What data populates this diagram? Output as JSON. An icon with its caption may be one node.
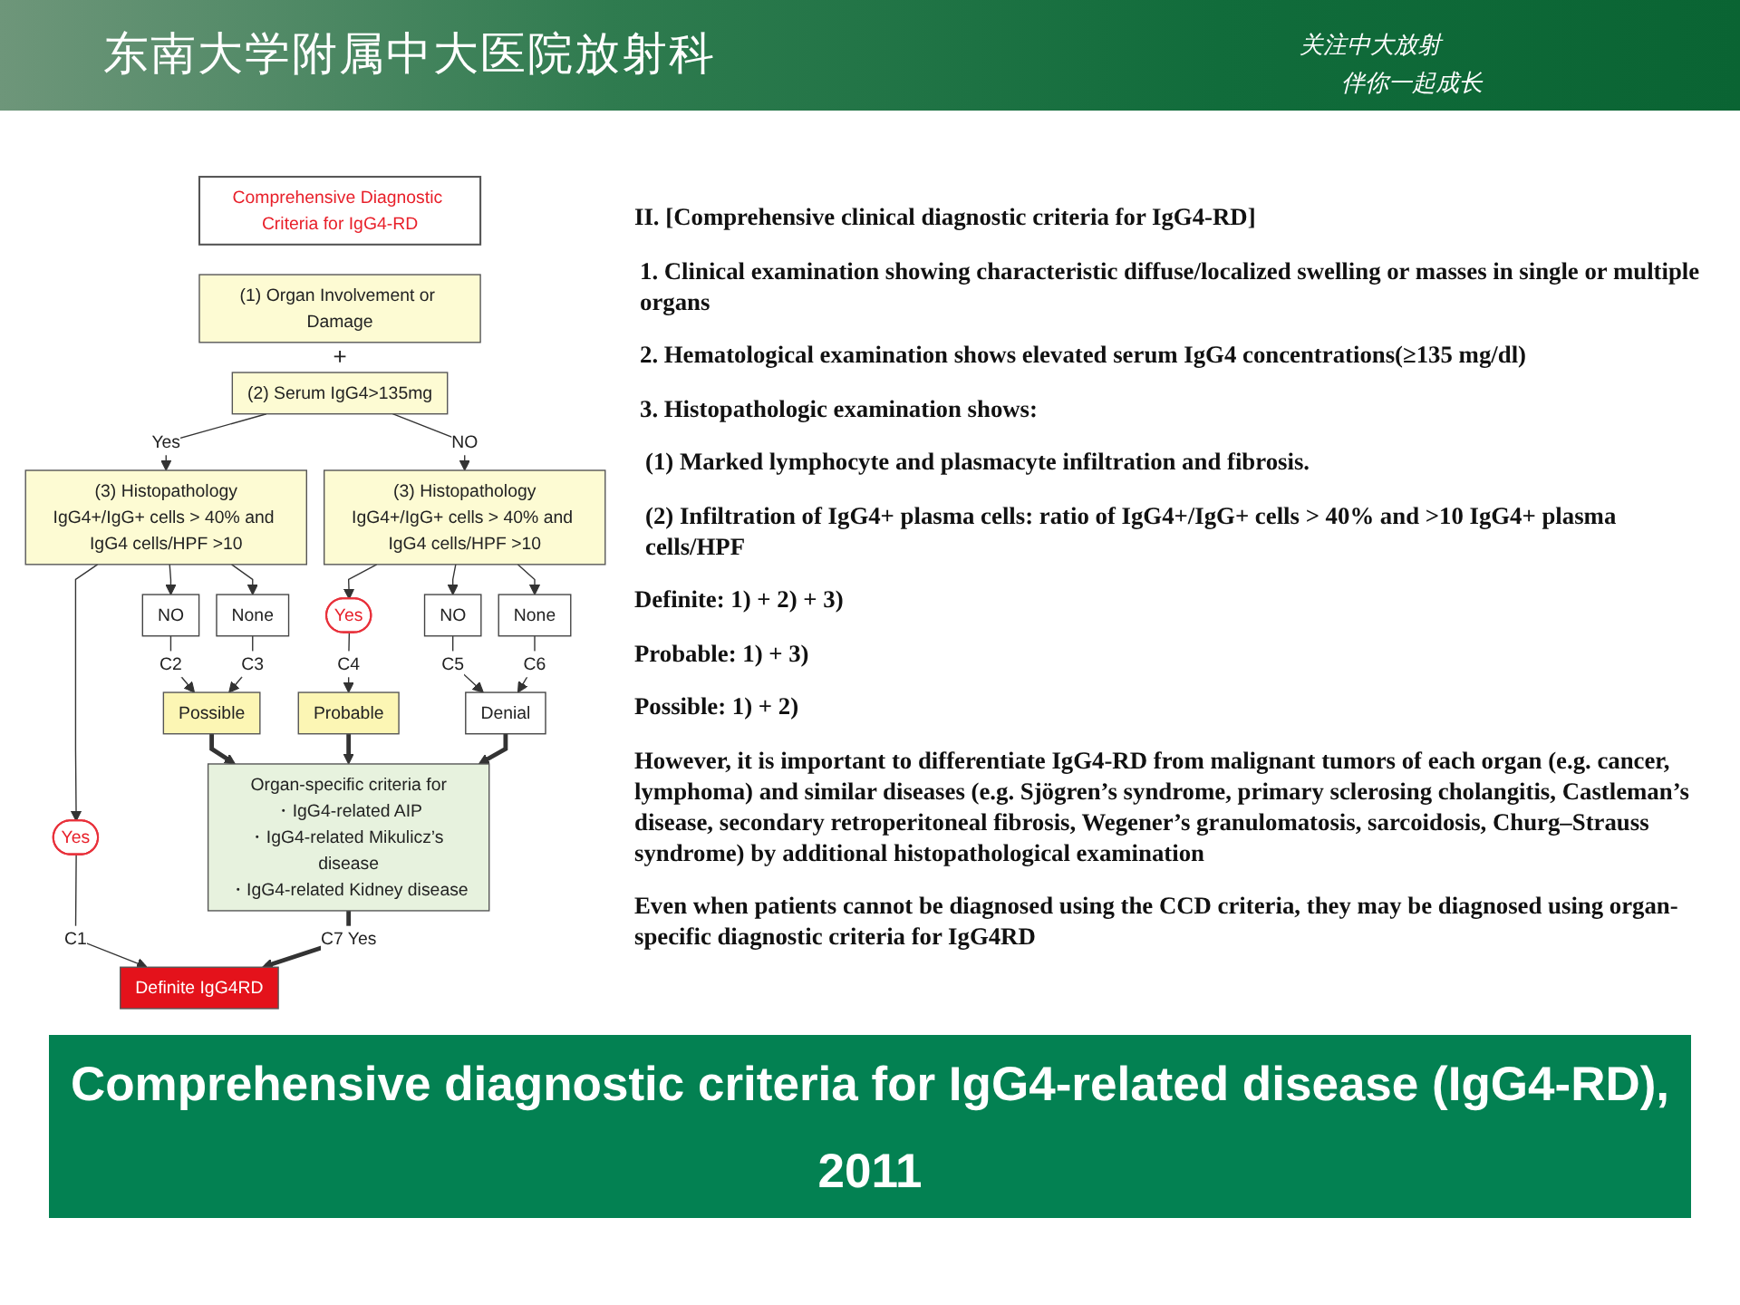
{
  "diagram": {
    "title": "东南大学附属中大医院放射科",
    "caption": "Comprehensive diagnostic criteria for IgG4-related disease (IgG4-RD), 2011",
    "nodes": [
      {
        "text": [
          "Comprehensive Diagnostic Criteria for IgG4-RD"
        ]
      },
      {
        "text": [
          "(1) Organ Involvement or Damage"
        ]
      },
      {
        "text": [
          "(2) Serum IgG4>135mg"
        ]
      },
      {
        "text": [
          "(3) Histopathology",
          "IgG4+/IgG+ cells > 40% and IgG4 cells/HPF >10"
        ]
      },
      {
        "text": [
          "(3) Histopathology",
          "IgG4+/IgG+ cells > 40% and IgG4 cells/HPF >10"
        ]
      },
      {
        "text": [
          "Yes"
        ]
      },
      {
        "text": [
          "NO"
        ]
      },
      {
        "text": [
          "None"
        ]
      },
      {
        "text": [
          "Yes"
        ]
      },
      {
        "text": [
          "NO"
        ]
      },
      {
        "text": [
          "None"
        ]
      },
      {
        "text": [
          "Definite IgG4RD"
        ]
      },
      {
        "text": [
          "Possible"
        ]
      },
      {
        "text": [
          "Probable"
        ]
      },
      {
        "text": [
          "Denial"
        ]
      },
      {
        "text": [
          "Organ-specific criteria for",
          "・IgG4-related AIP",
          "・IgG4-related Mikulicz’s disease",
          "・IgG4-related Kidney disease"
        ]
      }
    ],
    "edges": [
      {
        "from": 2,
        "to": 3,
        "arrow": "to",
        "label": "Yes"
      },
      {
        "from": 2,
        "to": 4,
        "arrow": "to",
        "label": "NO"
      },
      {
        "from": 3,
        "to": 5,
        "arrow": "to"
      },
      {
        "from": 3,
        "to": 6,
        "arrow": "to"
      },
      {
        "from": 3,
        "to": 7,
        "arrow": "to"
      },
      {
        "from": 4,
        "to": 8,
        "arrow": "to"
      },
      {
        "from": 4,
        "to": 9,
        "arrow": "to"
      },
      {
        "from": 4,
        "to": 10,
        "arrow": "to"
      },
      {
        "from": 5,
        "to": 11,
        "arrow": "to",
        "label": "C1"
      },
      {
        "from": 6,
        "to": 12,
        "arrow": "to",
        "label": "C2"
      },
      {
        "from": 7,
        "to": 12,
        "arrow": "to",
        "label": "C3"
      },
      {
        "from": 8,
        "to": 13,
        "arrow": "to",
        "label": "C4"
      },
      {
        "from": 9,
        "to": 14,
        "arrow": "to",
        "label": "C5"
      },
      {
        "from": 10,
        "to": 14,
        "arrow": "to",
        "label": "C6"
      },
      {
        "from": 12,
        "to": 15,
        "arrow": "to",
        "style": "thick"
      },
      {
        "from": 13,
        "to": 15,
        "arrow": "to",
        "style": "thick"
      },
      {
        "from": 14,
        "to": 15,
        "arrow": "to",
        "style": "thick"
      },
      {
        "from": 15,
        "to": 11,
        "arrow": "to",
        "label": "C7 Yes",
        "style": "thick"
      }
    ],
    "labels": [
      "关注中大放射",
      "伴你一起成长",
      "+",
      "II. [Comprehensive clinical diagnostic criteria for IgG4-RD]",
      "1. Clinical examination showing characteristic diffuse/localized swelling or masses in single or multiple organs",
      "2. Hematological examination shows elevated serum IgG4 concentrations(≥135 mg/dl)",
      "3. Histopathologic examination shows:",
      "(1) Marked lymphocyte and plasmacyte infiltration and fibrosis.",
      "(2) Infiltration of IgG4+ plasma cells: ratio of IgG4+/IgG+ cells > 40% and >10 IgG4+ plasma cells/HPF",
      "Definite: 1) + 2) + 3)",
      "Probable: 1) + 3)",
      "Possible: 1) + 2)",
      "However, it is important to differentiate IgG4-RD from malignant tumors of each organ (e.g. cancer, lymphoma) and similar diseases (e.g. Sjögren’s syndrome, primary sclerosing cholangitis, Castleman’s disease, secondary retroperitoneal fibrosis, Wegener’s granulomatosis, sarcoidosis, Churg–Strauss syndrome) by additional histopathological examination",
      "Even when patients cannot be diagnosed using the CCD criteria, they may be diagnosed using organ-specific diagnostic criteria for IgG4RD"
    ]
  }
}
